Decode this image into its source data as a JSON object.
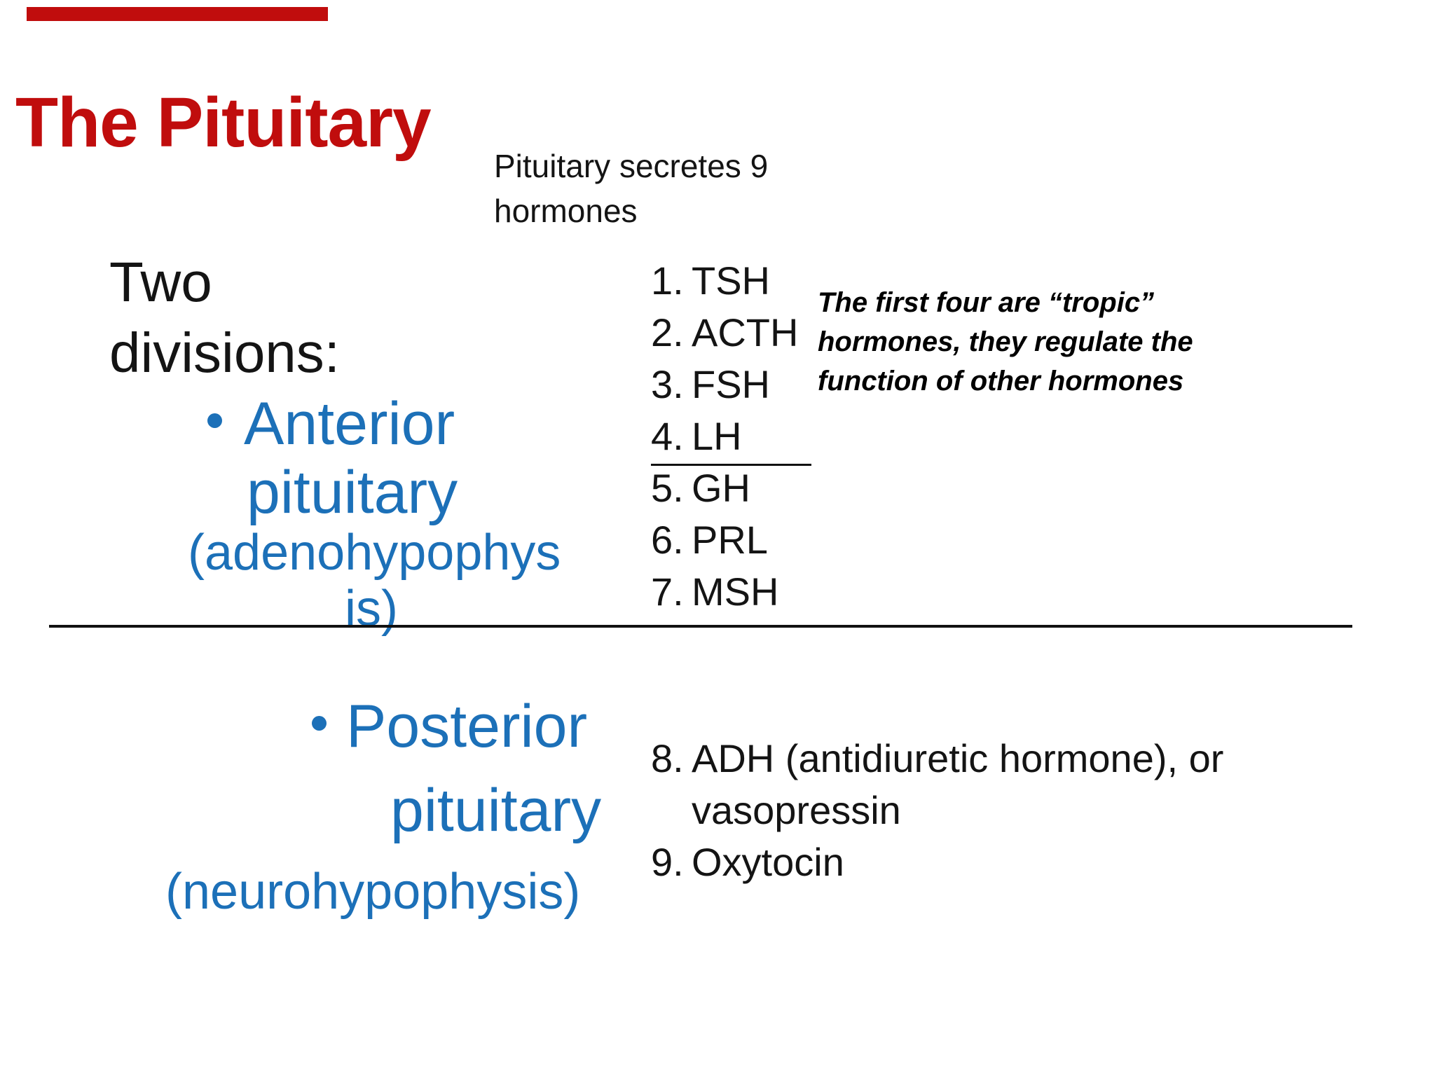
{
  "slide": {
    "title": "The Pituitary",
    "colors": {
      "title_red": "#C00D0D",
      "accent_bar_red": "#C00D0D",
      "bullet_blue": "#1C70B8",
      "body_text": "#141414",
      "note_text": "#000000"
    }
  },
  "secretes_note": {
    "line1": "Pituitary secretes 9",
    "line2": "hormones"
  },
  "divisions_heading": {
    "line1": "Two",
    "line2": "divisions:"
  },
  "anterior": {
    "bullet": "•",
    "line1": "Anterior",
    "line2": "pituitary",
    "paren_line1": "(adenohypophys",
    "paren_line2": "is)"
  },
  "posterior": {
    "bullet": "•",
    "line1": "Posterior",
    "line2": "pituitary",
    "paren": "(neurohypophysis)"
  },
  "hormones": {
    "items": [
      {
        "num": "1.",
        "label": "TSH"
      },
      {
        "num": "2.",
        "label": "ACTH"
      },
      {
        "num": "3.",
        "label": "FSH"
      },
      {
        "num": "4.",
        "label": "LH"
      },
      {
        "num": "5.",
        "label": "GH"
      },
      {
        "num": "6.",
        "label": "PRL"
      },
      {
        "num": "7.",
        "label": "MSH"
      }
    ]
  },
  "tropic_note": {
    "line1": "The first four are “tropic”",
    "line2": "hormones, they regulate the",
    "line3": "function of other hormones"
  },
  "posterior_hormones": {
    "item8_num": "8.",
    "item8_line1": "ADH (antidiuretic hormone), or",
    "item8_line2": "vasopressin",
    "item9_num": "9.",
    "item9_label": "Oxytocin"
  }
}
